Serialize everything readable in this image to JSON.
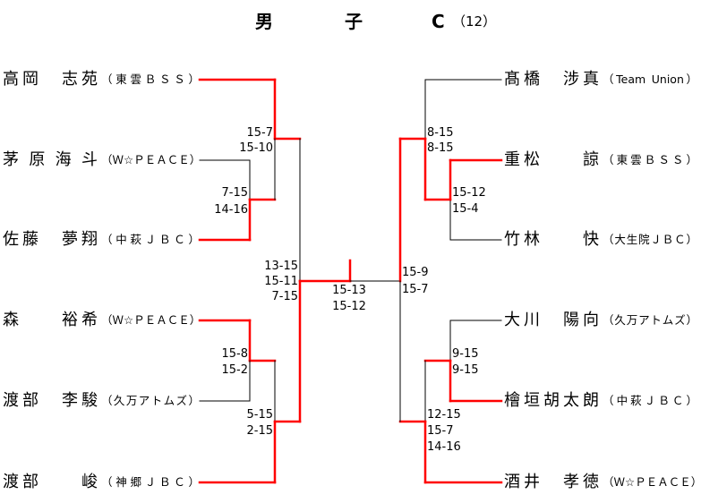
{
  "title": {
    "chars": [
      "男",
      "子",
      "C"
    ],
    "entries": "（12）"
  },
  "colors": {
    "winner_line": "#ff0000",
    "line": "#000000"
  },
  "left_players": [
    {
      "name": "高岡　志苑",
      "team": "（東雲ＢＳＳ）"
    },
    {
      "name": "茅原海斗",
      "team": "（Ｗ☆ＰＥＡＣＥ）"
    },
    {
      "name": "佐藤　夢翔",
      "team": "（中萩ＪＢＣ）"
    },
    {
      "name": "森　　裕希",
      "team": "（Ｗ☆ＰＥＡＣＥ）"
    },
    {
      "name": "渡部　李駿",
      "team": "（久万アトムズ）"
    },
    {
      "name": "渡部　　峻",
      "team": "（神郷ＪＢＣ）"
    }
  ],
  "right_players": [
    {
      "name": "髙橋　涉真",
      "team": "（Team Union）"
    },
    {
      "name": "重松　　諒",
      "team": "（東雲ＢＳＳ）"
    },
    {
      "name": "竹林　　快",
      "team": "（大生院ＪＢＣ）"
    },
    {
      "name": "大川　陽向",
      "team": "（久万アトムズ）"
    },
    {
      "name": "檜垣胡太朗",
      "team": "（中萩ＪＢＣ）"
    },
    {
      "name": "酒井　孝徳",
      "team": "（Ｗ☆ＰＥＡＣＥ）"
    }
  ],
  "matches": {
    "left_r1_top": {
      "players": "茅原海斗 vs 佐藤夢翔",
      "scores": [
        "7-15",
        "14-16"
      ]
    },
    "left_r2_top": {
      "players": "高岡志苑 vs 佐藤夢翔",
      "scores": [
        "15-7",
        "15-10"
      ]
    },
    "left_r1_bottom": {
      "players": "森裕希 vs 渡部李駿",
      "scores": [
        "15-8",
        "15-2"
      ]
    },
    "left_r2_bottom": {
      "players": "森裕希 vs 渡部峻",
      "scores": [
        "5-15",
        "2-15"
      ]
    },
    "left_semi": {
      "players": "高岡志苑 vs 渡部峻",
      "scores": [
        "13-15",
        "15-11",
        "7-15"
      ]
    },
    "final": {
      "players": "渡部峻 vs 重松諒",
      "scores": [
        "15-13",
        "15-12"
      ]
    },
    "right_semi": {
      "players": "重松諒 vs 酒井孝徳",
      "scores": [
        "15-9",
        "15-7"
      ]
    },
    "right_r2_top": {
      "players": "髙橋涉真 vs 重松諒",
      "scores": [
        "8-15",
        "8-15"
      ]
    },
    "right_r1_top": {
      "players": "重松諒 vs 竹林快",
      "scores": [
        "15-12",
        "15-4"
      ]
    },
    "right_r1_bottom": {
      "players": "大川陽向 vs 檜垣胡太朗",
      "scores": [
        "9-15",
        "9-15"
      ]
    },
    "right_r2_bottom": {
      "players": "檜垣胡太朗 vs 酒井孝徳",
      "scores": [
        "12-15",
        "15-7",
        "14-16"
      ]
    }
  }
}
